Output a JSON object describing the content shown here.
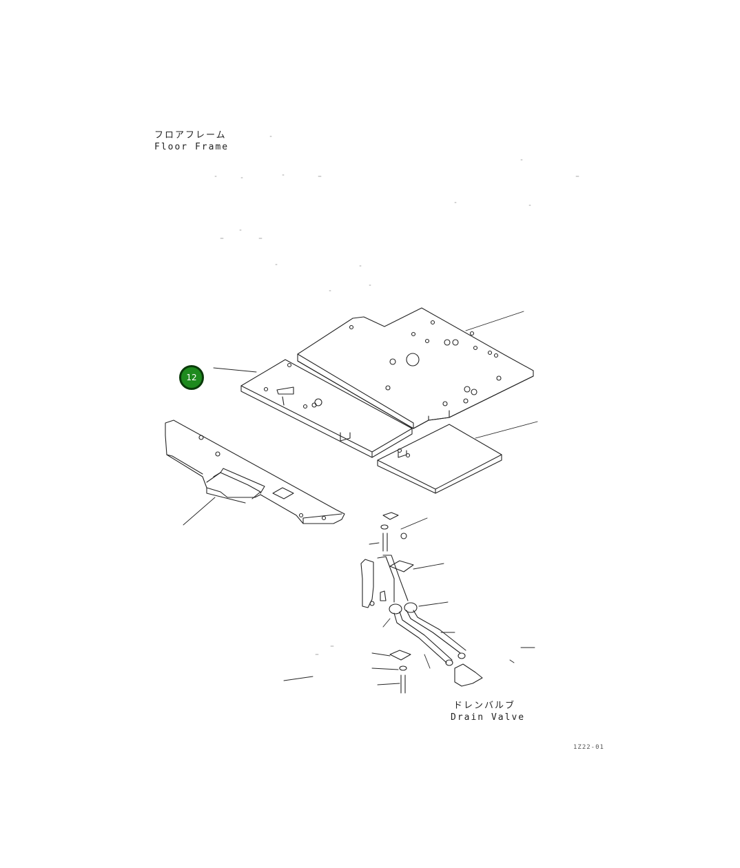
{
  "labels": {
    "floor_frame_jp": "フロアフレーム",
    "floor_frame_en": "Floor Frame",
    "drain_valve_jp": "ドレンバルブ",
    "drain_valve_en": "Drain Valve",
    "doc_code": "1Z22-01"
  },
  "hotspots": [
    {
      "label": "12",
      "color": "#1e8a1e"
    }
  ],
  "colors": {
    "line": "#222222",
    "hotspot_fill": "#1e8a1e",
    "hotspot_border": "#0a3a0a"
  }
}
